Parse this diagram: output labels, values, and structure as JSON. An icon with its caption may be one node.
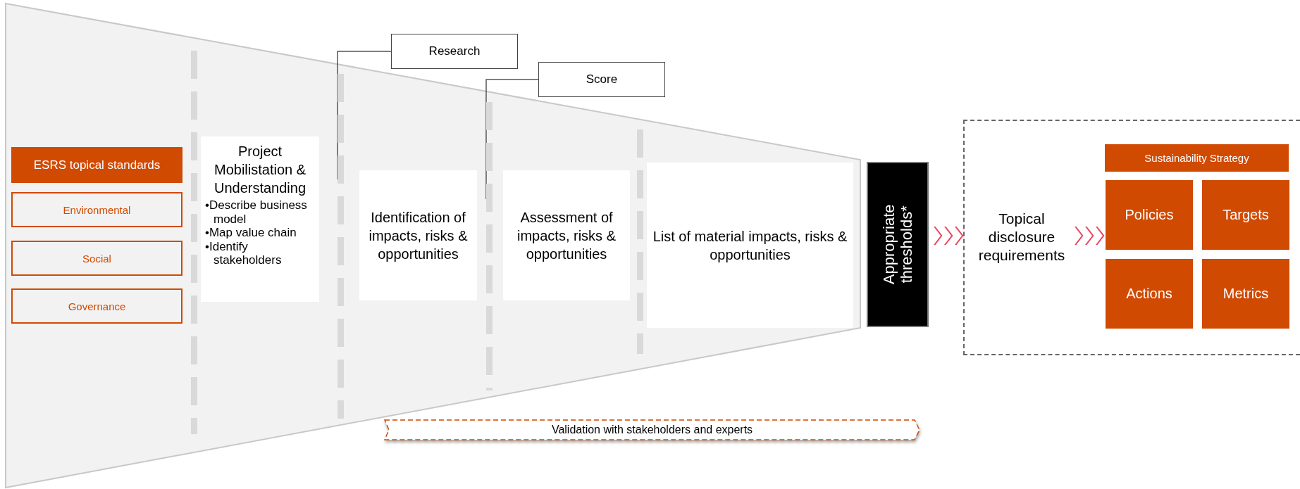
{
  "diagram": {
    "nodes": [
      {
        "text": [
          "ESRS topical standards"
        ]
      },
      {
        "text": [
          "Environmental"
        ]
      },
      {
        "text": [
          "Social"
        ]
      },
      {
        "text": [
          "Governance"
        ]
      },
      {
        "text": [
          "Project Mobilistation & Understanding",
          "•Describe business model",
          "•Map value chain",
          "•Identify stakeholders"
        ]
      },
      {
        "text": [
          "Identification of impacts, risks & opportunities"
        ]
      },
      {
        "text": [
          "Assessment of impacts, risks & opportunities"
        ]
      },
      {
        "text": [
          "List of material impacts, risks & opportunities"
        ]
      },
      {
        "text": [
          "Research"
        ]
      },
      {
        "text": [
          "Score"
        ]
      },
      {
        "text": [
          "Appropriate thresholds*"
        ]
      },
      {
        "text": [],
        "shape": "box"
      },
      {
        "text": [
          "Topical disclosure requirements"
        ],
        "in": 11
      },
      {
        "text": [
          "Sustainability Strategy"
        ],
        "in": 11
      },
      {
        "text": [
          "Policies"
        ],
        "in": 11
      },
      {
        "text": [
          "Targets"
        ],
        "in": 11
      },
      {
        "text": [
          "Actions"
        ],
        "in": 11
      },
      {
        "text": [
          "Metrics"
        ],
        "in": 11
      },
      {
        "text": [
          "Validation with stakeholders and experts"
        ]
      },
      {
        "text": [],
        "shape": "bar"
      },
      {
        "text": [],
        "shape": "bar"
      },
      {
        "text": [],
        "shape": "bar"
      },
      {
        "text": [],
        "shape": "bar"
      }
    ],
    "edges": [
      {
        "from": 8,
        "to": 20,
        "arrow": "none"
      },
      {
        "from": 9,
        "to": 21,
        "arrow": "none"
      },
      {
        "from": 10,
        "to": 11,
        "arrow": "to",
        "color": "#e8475f"
      },
      {
        "from": 12,
        "to": 14,
        "arrow": "to",
        "color": "#e8475f"
      }
    ]
  }
}
